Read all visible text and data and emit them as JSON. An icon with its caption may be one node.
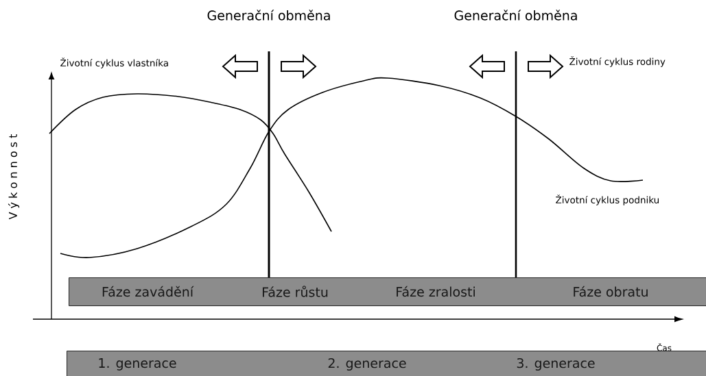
{
  "diagram": {
    "nodes": [
      {
        "text": [
          "Fáze zavádění",
          "Fáze růstu",
          "Fáze zralosti",
          "Fáze obratu"
        ]
      },
      {
        "text": [
          "1. generace",
          "2. generace",
          "3. generace"
        ]
      }
    ],
    "labels": [
      "Generační obměna",
      "Generační obměna",
      "Životní cyklus vlastníka",
      "Životní cyklus rodiny",
      "V ý k o n n o s t",
      "Životní cyklus podniku",
      "Čas"
    ]
  }
}
